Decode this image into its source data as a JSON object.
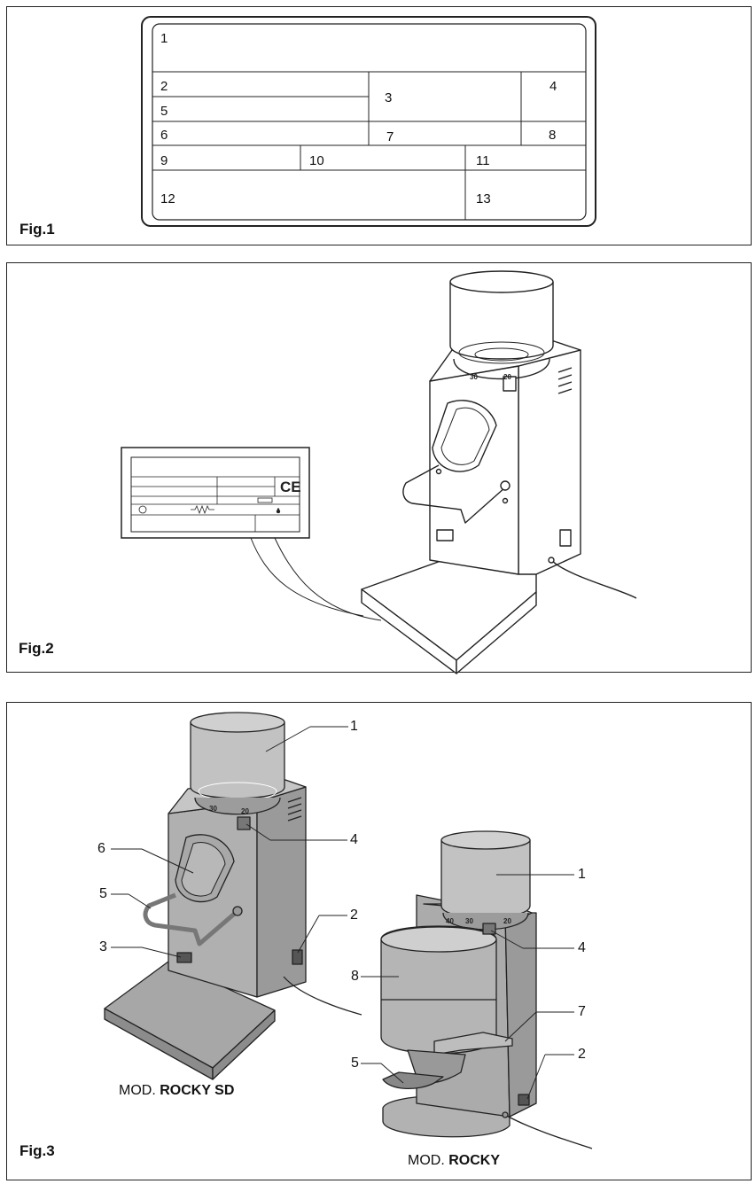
{
  "fig1": {
    "label": "Fig.1",
    "cells": [
      "1",
      "2",
      "3",
      "4",
      "5",
      "6",
      "7",
      "8",
      "9",
      "10",
      "11",
      "12",
      "13"
    ]
  },
  "fig2": {
    "label": "Fig.2",
    "dial_numbers": [
      "30",
      "20"
    ],
    "plate_mark": "CE"
  },
  "fig3": {
    "label": "Fig.3",
    "rocky_sd": {
      "model_prefix": "MOD.",
      "model_name": "ROCKY SD",
      "dial_numbers": [
        "30",
        "20"
      ],
      "callouts": [
        "1",
        "4",
        "6",
        "5",
        "2",
        "3"
      ]
    },
    "rocky": {
      "model_prefix": "MOD.",
      "model_name": "ROCKY",
      "dial_numbers": [
        "40",
        "30",
        "20"
      ],
      "callouts": [
        "1",
        "4",
        "8",
        "7",
        "5",
        "2"
      ]
    }
  }
}
